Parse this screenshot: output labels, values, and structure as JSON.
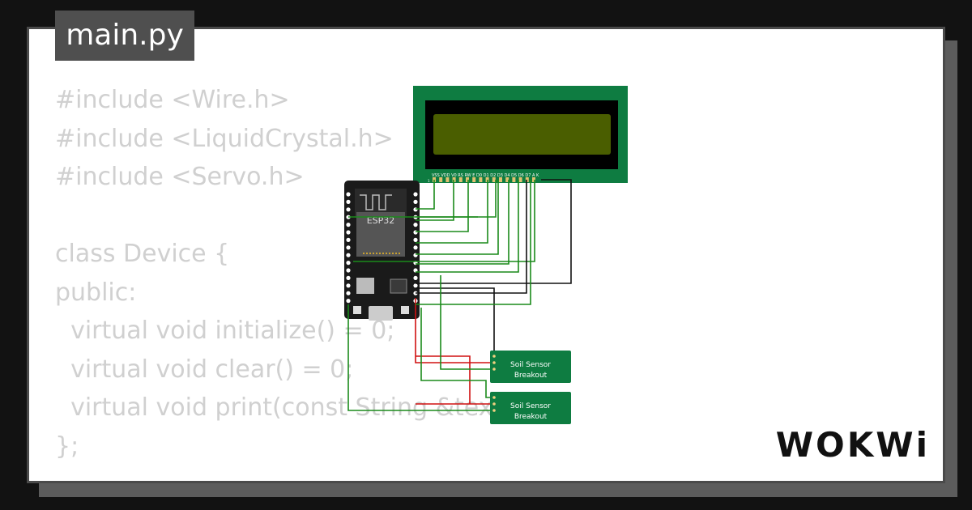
{
  "file_tab": {
    "label": "main.py"
  },
  "code_lines": [
    "#include <Wire.h>",
    "#include <LiquidCrystal.h>",
    "#include <Servo.h>",
    "",
    "class Device {",
    "public:",
    "  virtual void initialize() = 0;",
    "  virtual void clear() = 0;",
    "  virtual void print(const String &text"
  ],
  "code_last_line": "};",
  "board": {
    "label": "ESP32"
  },
  "lcd": {
    "pin_labels": "VSS VDD V0 RS RW E D0 D1 D2 D3 D4 D5 D6 D7 A K",
    "pin_one_label": "1"
  },
  "sensors": [
    {
      "line1": "Soil Sensor",
      "line2": "Breakout"
    },
    {
      "line1": "Soil Sensor",
      "line2": "Breakout"
    }
  ],
  "brand": {
    "logo_text": "WOKWi"
  },
  "colors": {
    "lcd_pcb": "#0e7c41",
    "lcd_screen": "#4a5e00",
    "sensor_board": "#0e7c41",
    "wire_green": "#1a8a1a",
    "wire_red": "#d01010",
    "wire_black": "#111111"
  }
}
